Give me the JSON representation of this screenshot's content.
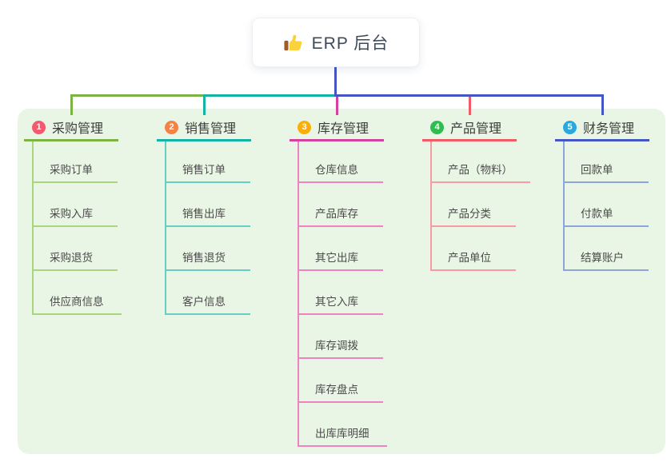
{
  "root": {
    "label": "ERP 后台",
    "icon": "thumbs-up-icon"
  },
  "colors": {
    "panel_background": "#eaf6e5",
    "root_stem": "#4456c4",
    "root_text": "#3e4a5a"
  },
  "branches": [
    {
      "index": "1",
      "label": "采购管理",
      "color": "#7cb342",
      "light_color": "#a9d57f",
      "badge_color": "#f4596e",
      "children": [
        "采购订单",
        "采购入库",
        "采购退货",
        "供应商信息"
      ]
    },
    {
      "index": "2",
      "label": "销售管理",
      "color": "#14b3a5",
      "light_color": "#66cec4",
      "badge_color": "#f58245",
      "children": [
        "销售订单",
        "销售出库",
        "销售退货",
        "客户信息"
      ]
    },
    {
      "index": "3",
      "label": "库存管理",
      "color": "#d5419e",
      "light_color": "#ee82c3",
      "badge_color": "#fbae0a",
      "children": [
        "仓库信息",
        "产品库存",
        "其它出库",
        "其它入库",
        "库存调拨",
        "库存盘点",
        "出库库明细"
      ]
    },
    {
      "index": "4",
      "label": "产品管理",
      "color": "#f15b66",
      "light_color": "#f79ba0",
      "badge_color": "#2fbd52",
      "children": [
        "产品（物料）",
        "产品分类",
        "产品单位"
      ]
    },
    {
      "index": "5",
      "label": "财务管理",
      "color": "#4456c4",
      "light_color": "#8ea5dc",
      "badge_color": "#29a9e0",
      "children": [
        "回款单",
        "付款单",
        "结算账户"
      ]
    }
  ]
}
